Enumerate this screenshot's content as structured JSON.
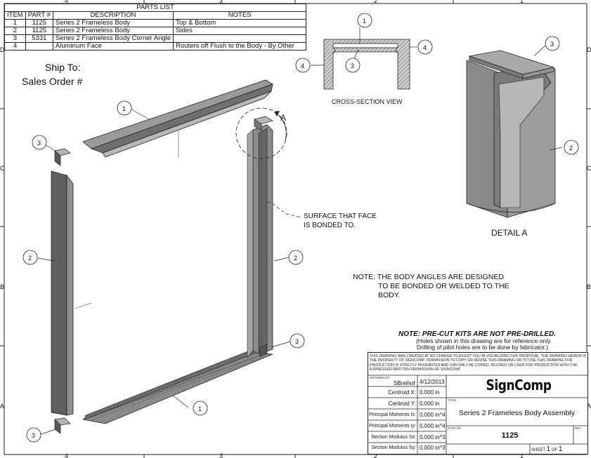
{
  "parts_list": {
    "title": "PARTS LIST",
    "headers": [
      "ITEM",
      "PART #",
      "DESCRIPTION",
      "NOTES"
    ],
    "rows": [
      {
        "item": "1",
        "part": "1125",
        "description": "Series 2 Frameless Body",
        "notes": "Top & Bottom"
      },
      {
        "item": "2",
        "part": "1125",
        "description": "Series 2 Frameless Body",
        "notes": "Sides"
      },
      {
        "item": "3",
        "part": "5331",
        "description": "Series 2 Frameless Body Corner Angle",
        "notes": ""
      },
      {
        "item": "4",
        "part": "",
        "description": "Aluminum Face",
        "notes": "Routers off Flush to the  Body - By Other"
      }
    ]
  },
  "ship": {
    "ship_to": "Ship To:",
    "sales_order": "Sales Order #"
  },
  "views": {
    "cross_section": "CROSS-SECTION VIEW",
    "detail": "DETAIL  A",
    "detail_marker": "A"
  },
  "balloons": [
    "1",
    "2",
    "3",
    "4"
  ],
  "notes": {
    "surface_1": "SURFACE THAT FACE",
    "surface_2": "IS BONDED TO.",
    "body_1": "NOTE:  THE BODY ANGLES ARE DESIGNED",
    "body_2": "TO BE BONDED OR WELDED TO THE",
    "body_3": "BODY.",
    "precut_title": "NOTE: PRE-CUT KITS ARE NOT PRE-DRILLED.",
    "precut_1": "(Holes shown in this drawing are for reference only.",
    "precut_2": "Drilling of pilot holes are to be done by fabricator.)"
  },
  "grid": {
    "top": [
      "4",
      "3",
      "2",
      "1"
    ],
    "bottom": [
      "4",
      "3",
      "2",
      "1"
    ],
    "left": [
      "D",
      "C",
      "B",
      "A"
    ],
    "right": [
      "D",
      "C",
      "B",
      "A"
    ]
  },
  "title_block": {
    "disclaimer": "THIS DRAWING WAS CREATED AT NO CHARGE TO ASSIST YOU IN VISUALIZING OUR PROPOSAL.  THE DRAWING HEREIN IS THE PROPERTY OF SIGNCOMP.  PERMISSION TO COPY OR REVISE THIS DRAWING OR TO USE THIS DRAWING FOR PRODUCTION IS STRICTLY PROHIBITED AND CAN ONLY BE COPIED, REVISED OR USED FOR PRODUCTION WITH THE EXPRESSED WRITTEN PERMISSION OF SIGNCOMP.",
    "drawn_by_label": "DRAWING BY",
    "drawn_by": "SBreihof",
    "date": "4/12/2013",
    "company": "SignComp",
    "title_label": "TITLE",
    "title": "Series 2 Frameless Body Assembly",
    "part_no_label": "PART NO",
    "part_no": "1125",
    "rev_label": "REV",
    "sheet_label": "SHEET",
    "sheet": "1",
    "of_label": "OF",
    "of": "1",
    "props": [
      {
        "label": "Centroid X:",
        "value": "0.000 in"
      },
      {
        "label": "Centroid Y:",
        "value": "0.000 in"
      },
      {
        "label": "Principal Moments Ix:",
        "value": "0.000 in^4"
      },
      {
        "label": "Principal Moments Iy:",
        "value": "0.000 in^4"
      },
      {
        "label": "Section Modulus Sx:",
        "value": "0.000 in^3"
      },
      {
        "label": "Section Modulus Sy:",
        "value": "0.000 in^3"
      }
    ]
  }
}
